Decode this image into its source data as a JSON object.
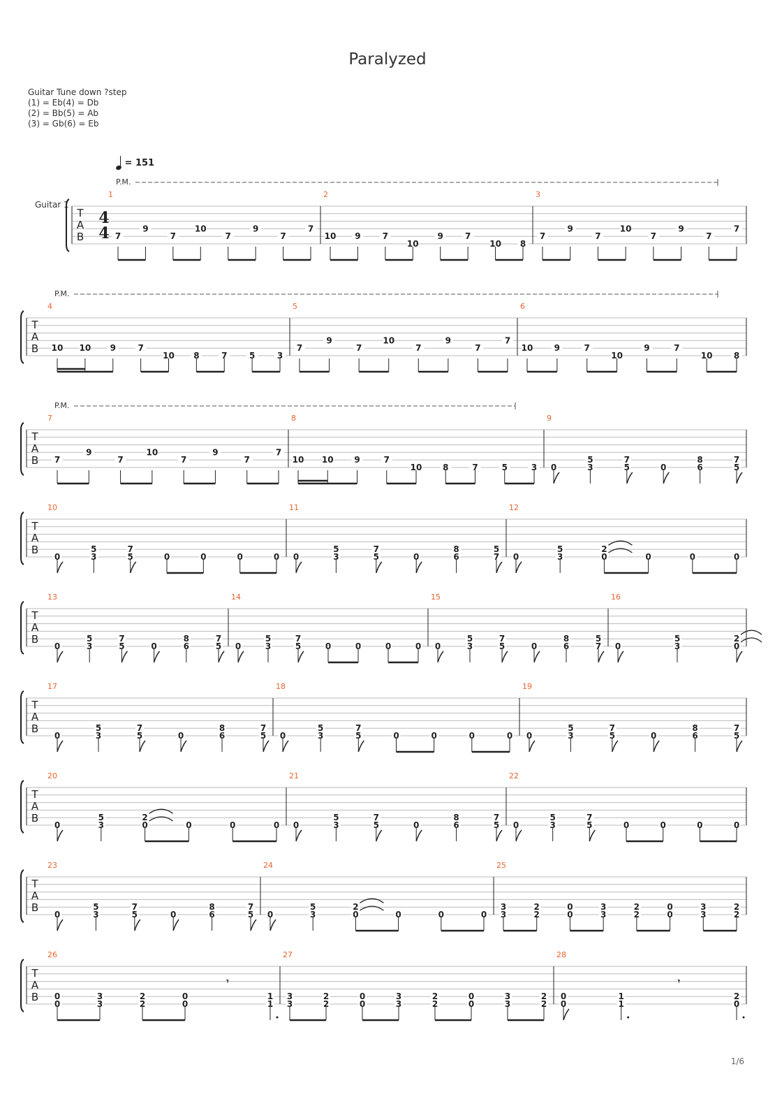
{
  "title": "Paralyzed",
  "tuning": {
    "heading": "Guitar Tune down ?step",
    "lines": [
      "(1) = Eb(4) = Db",
      "(2) = Bb(5) = Ab",
      "(3) = Gb(6) = Eb"
    ]
  },
  "tempo": {
    "label": "= 151"
  },
  "instrument": "Guitar 1",
  "palm_mute_label": "P.M.",
  "tab_letters": [
    "T",
    "A",
    "B"
  ],
  "time_signature": {
    "top": "4",
    "bottom": "4"
  },
  "page_number": "1/6",
  "systems": [
    {
      "pm": "full",
      "measures": [
        {
          "num": "1",
          "notes": [
            [
              "7",
              5
            ],
            [
              "9",
              4
            ],
            [
              "7",
              5
            ],
            [
              "10",
              4
            ],
            [
              "7",
              5
            ],
            [
              "9",
              4
            ],
            [
              "7",
              5
            ],
            [
              "7",
              4
            ]
          ],
          "beam": "8ths"
        },
        {
          "num": "2",
          "notes": [
            [
              "10",
              5
            ],
            [
              "9",
              5
            ],
            [
              "7",
              5
            ],
            [
              "10",
              6
            ],
            [
              "9",
              5
            ],
            [
              "7",
              5
            ],
            [
              "10",
              6
            ],
            [
              "8",
              6
            ]
          ],
          "beam": "8ths"
        },
        {
          "num": "3",
          "notes": [
            [
              "7",
              5
            ],
            [
              "9",
              4
            ],
            [
              "7",
              5
            ],
            [
              "10",
              4
            ],
            [
              "7",
              5
            ],
            [
              "9",
              4
            ],
            [
              "7",
              5
            ],
            [
              "7",
              4
            ]
          ],
          "beam": "8ths"
        }
      ]
    },
    {
      "pm": "full",
      "measures": [
        {
          "num": "4",
          "notes": [
            [
              "10",
              5
            ],
            [
              "10",
              5
            ],
            [
              "9",
              5
            ],
            [
              "7",
              5
            ],
            [
              "10",
              6
            ],
            [
              "8",
              6
            ],
            [
              "7",
              6
            ],
            [
              "5",
              6
            ],
            [
              "3",
              6
            ]
          ],
          "beam": "m4"
        },
        {
          "num": "5",
          "notes": [
            [
              "7",
              5
            ],
            [
              "9",
              4
            ],
            [
              "7",
              5
            ],
            [
              "10",
              4
            ],
            [
              "7",
              5
            ],
            [
              "9",
              4
            ],
            [
              "7",
              5
            ],
            [
              "7",
              4
            ]
          ],
          "beam": "8ths"
        },
        {
          "num": "6",
          "notes": [
            [
              "10",
              5
            ],
            [
              "9",
              5
            ],
            [
              "7",
              5
            ],
            [
              "10",
              6
            ],
            [
              "9",
              5
            ],
            [
              "7",
              5
            ],
            [
              "10",
              6
            ],
            [
              "8",
              6
            ]
          ],
          "beam": "8ths"
        }
      ]
    },
    {
      "pm": "partial",
      "measures": [
        {
          "num": "7",
          "notes": [
            [
              "7",
              5
            ],
            [
              "9",
              4
            ],
            [
              "7",
              5
            ],
            [
              "10",
              4
            ],
            [
              "7",
              5
            ],
            [
              "9",
              4
            ],
            [
              "7",
              5
            ],
            [
              "7",
              4
            ]
          ],
          "beam": "8ths"
        },
        {
          "num": "8",
          "notes": [
            [
              "10",
              5
            ],
            [
              "10",
              5
            ],
            [
              "9",
              5
            ],
            [
              "7",
              5
            ],
            [
              "10",
              6
            ],
            [
              "8",
              6
            ],
            [
              "7",
              6
            ],
            [
              "5",
              6
            ],
            [
              "3",
              6
            ]
          ],
          "beam": "m4"
        },
        {
          "num": "9",
          "chords": [
            [
              "0"
            ],
            [
              "5",
              "3"
            ],
            [
              "7",
              "5"
            ],
            [
              "0"
            ],
            [
              "8",
              "6"
            ],
            [
              "7",
              "5"
            ]
          ],
          "beam": "flags"
        }
      ]
    },
    {
      "measures": [
        {
          "num": "10",
          "chords": [
            [
              "0"
            ],
            [
              "5",
              "3"
            ],
            [
              "7",
              "5"
            ],
            [
              "0"
            ],
            [
              "0"
            ],
            [
              "0"
            ],
            [
              "0"
            ]
          ],
          "beam": "a"
        },
        {
          "num": "11",
          "chords": [
            [
              "0"
            ],
            [
              "5",
              "3"
            ],
            [
              "7",
              "5"
            ],
            [
              "0"
            ],
            [
              "8",
              "6"
            ],
            [
              "5",
              "7"
            ]
          ],
          "beam": "flags"
        },
        {
          "num": "12",
          "chords": [
            [
              "0"
            ],
            [
              "5",
              "3"
            ],
            [
              "2",
              "0"
            ],
            [
              "0"
            ],
            [
              "0"
            ],
            [
              "0"
            ]
          ],
          "beam": "tie"
        }
      ]
    },
    {
      "measures": [
        {
          "num": "13",
          "chords": [
            [
              "0"
            ],
            [
              "5",
              "3"
            ],
            [
              "7",
              "5"
            ],
            [
              "0"
            ],
            [
              "8",
              "6"
            ],
            [
              "7",
              "5"
            ]
          ],
          "beam": "flags"
        },
        {
          "num": "14",
          "chords": [
            [
              "0"
            ],
            [
              "5",
              "3"
            ],
            [
              "7",
              "5"
            ],
            [
              "0"
            ],
            [
              "0"
            ],
            [
              "0"
            ],
            [
              "0"
            ]
          ],
          "beam": "a"
        },
        {
          "num": "15",
          "chords": [
            [
              "0"
            ],
            [
              "5",
              "3"
            ],
            [
              "7",
              "5"
            ],
            [
              "0"
            ],
            [
              "8",
              "6"
            ],
            [
              "5",
              "7"
            ]
          ],
          "beam": "flags"
        },
        {
          "num": "16",
          "chords": [
            [
              "0"
            ],
            [
              "5",
              "3"
            ],
            [
              "2",
              "0"
            ]
          ],
          "beam": "tie16"
        }
      ]
    },
    {
      "measures": [
        {
          "num": "17",
          "chords": [
            [
              "0"
            ],
            [
              "5",
              "3"
            ],
            [
              "7",
              "5"
            ],
            [
              "0"
            ],
            [
              "8",
              "6"
            ],
            [
              "7",
              "5"
            ]
          ],
          "beam": "flags"
        },
        {
          "num": "18",
          "chords": [
            [
              "0"
            ],
            [
              "5",
              "3"
            ],
            [
              "7",
              "5"
            ],
            [
              "0"
            ],
            [
              "0"
            ],
            [
              "0"
            ],
            [
              "0"
            ]
          ],
          "beam": "a"
        },
        {
          "num": "19",
          "chords": [
            [
              "0"
            ],
            [
              "5",
              "3"
            ],
            [
              "7",
              "5"
            ],
            [
              "0"
            ],
            [
              "8",
              "6"
            ],
            [
              "7",
              "5"
            ]
          ],
          "beam": "flags"
        }
      ]
    },
    {
      "measures": [
        {
          "num": "20",
          "chords": [
            [
              "0"
            ],
            [
              "5",
              "3"
            ],
            [
              "2",
              "0"
            ],
            [
              "0"
            ],
            [
              "0"
            ],
            [
              "0"
            ]
          ],
          "beam": "tie"
        },
        {
          "num": "21",
          "chords": [
            [
              "0"
            ],
            [
              "5",
              "3"
            ],
            [
              "7",
              "5"
            ],
            [
              "0"
            ],
            [
              "8",
              "6"
            ],
            [
              "7",
              "5"
            ]
          ],
          "beam": "flags"
        },
        {
          "num": "22",
          "chords": [
            [
              "0"
            ],
            [
              "5",
              "3"
            ],
            [
              "7",
              "5"
            ],
            [
              "0"
            ],
            [
              "0"
            ],
            [
              "0"
            ],
            [
              "0"
            ]
          ],
          "beam": "a"
        }
      ]
    },
    {
      "measures": [
        {
          "num": "23",
          "chords": [
            [
              "0"
            ],
            [
              "5",
              "3"
            ],
            [
              "7",
              "5"
            ],
            [
              "0"
            ],
            [
              "8",
              "6"
            ],
            [
              "7",
              "5"
            ]
          ],
          "beam": "flags"
        },
        {
          "num": "24",
          "chords": [
            [
              "0"
            ],
            [
              "5",
              "3"
            ],
            [
              "2",
              "0"
            ],
            [
              "0"
            ],
            [
              "0"
            ],
            [
              "0"
            ]
          ],
          "beam": "tie"
        },
        {
          "num": "25",
          "chords": [
            [
              "3",
              "3"
            ],
            [
              "2",
              "2"
            ],
            [
              "0",
              "0"
            ],
            [
              "3",
              "3"
            ],
            [
              "2",
              "2"
            ],
            [
              "0",
              "0"
            ],
            [
              "3",
              "3"
            ],
            [
              "2",
              "2"
            ]
          ],
          "beam": "pairs"
        }
      ]
    },
    {
      "measures": [
        {
          "num": "26",
          "chords": [
            [
              "0",
              "0"
            ],
            [
              "3",
              "3"
            ],
            [
              "2",
              "2"
            ],
            [
              "0",
              "0"
            ],
            [
              "rest"
            ],
            [
              "1",
              "1"
            ]
          ],
          "beam": "m26"
        },
        {
          "num": "27",
          "chords": [
            [
              "3",
              "3"
            ],
            [
              "2",
              "2"
            ],
            [
              "0",
              "0"
            ],
            [
              "3",
              "3"
            ],
            [
              "2",
              "2"
            ],
            [
              "0",
              "0"
            ],
            [
              "3",
              "3"
            ],
            [
              "2",
              "2"
            ]
          ],
          "beam": "pairs"
        },
        {
          "num": "28",
          "chords": [
            [
              "0",
              "0"
            ],
            [
              "1",
              "1"
            ],
            [
              "rest"
            ],
            [
              "2",
              "0"
            ]
          ],
          "beam": "m28"
        }
      ]
    }
  ]
}
